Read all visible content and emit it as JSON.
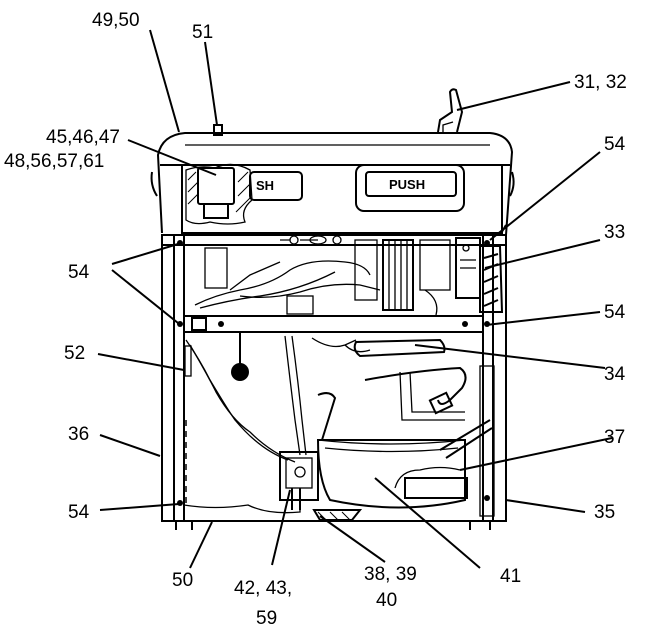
{
  "labels": {
    "l49_50": "49,50",
    "l51": "51",
    "l31_32": "31, 32",
    "l45_47": "45,46,47",
    "l48_61": "48,56,57,61",
    "l54_top_right": "54",
    "l33": "33",
    "l54_left": "54",
    "l54_mid_right": "54",
    "l52": "52",
    "l34": "34",
    "l36": "36",
    "l37": "37",
    "l54_bottom_left": "54",
    "l35": "35",
    "l50": "50",
    "l41": "41",
    "l38_39": "38, 39",
    "l40": "40",
    "l42_43": "42, 43,",
    "l59": "59"
  },
  "buttons": {
    "push_left": "SH",
    "push_right": "PUSH"
  }
}
